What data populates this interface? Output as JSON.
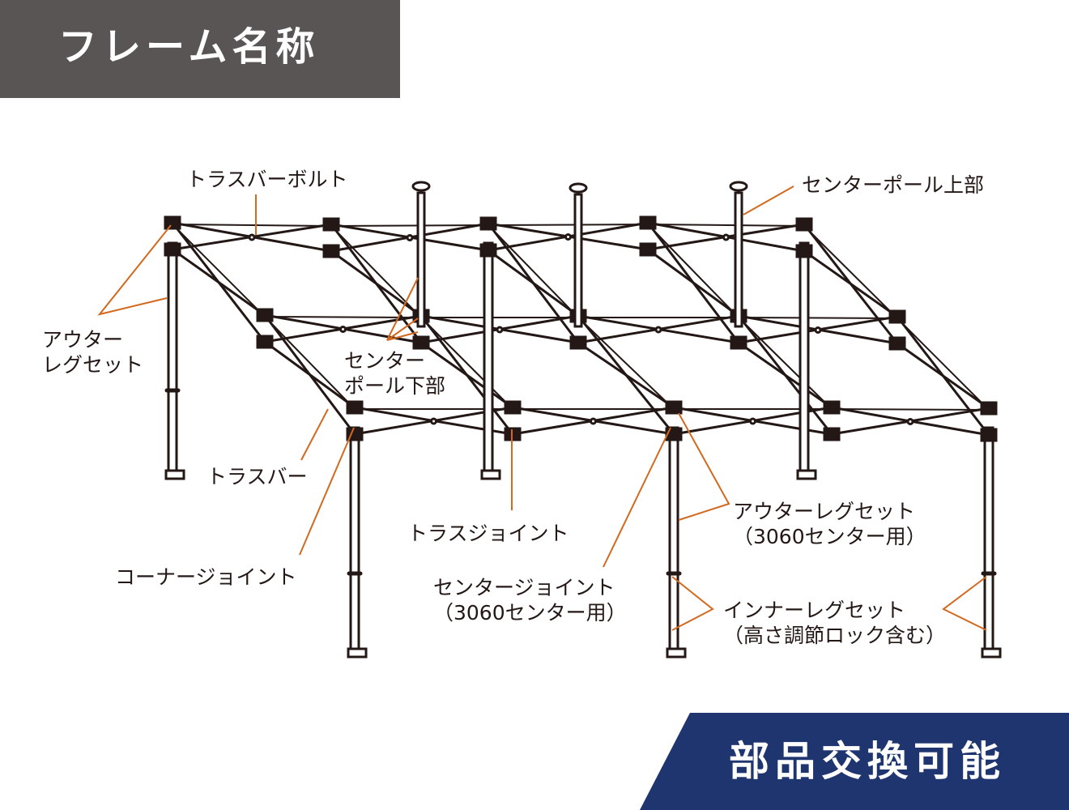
{
  "title": "フレーム名称",
  "banner": "部品交換可能",
  "colors": {
    "title_bg": "#5a5555",
    "banner_bg": "#1f3570",
    "leader": "#d2691e",
    "frame": "#231815"
  },
  "labels": {
    "truss_bar_bolt": "トラスバーボルト",
    "center_pole_upper": "センターポール上部",
    "outer_leg_set": [
      "アウター",
      "レグセット"
    ],
    "center_pole_lower": [
      "センター",
      "ポール下部"
    ],
    "truss_bar": "トラスバー",
    "truss_joint": "トラスジョイント",
    "corner_joint": "コーナージョイント",
    "center_joint": [
      "センタージョイント",
      "（3060センター用）"
    ],
    "outer_leg_set_center": [
      "アウターレグセット",
      "（3060センター用）"
    ],
    "inner_leg_set": [
      "インナーレグセット",
      "（高さ調節ロック含む）"
    ]
  }
}
